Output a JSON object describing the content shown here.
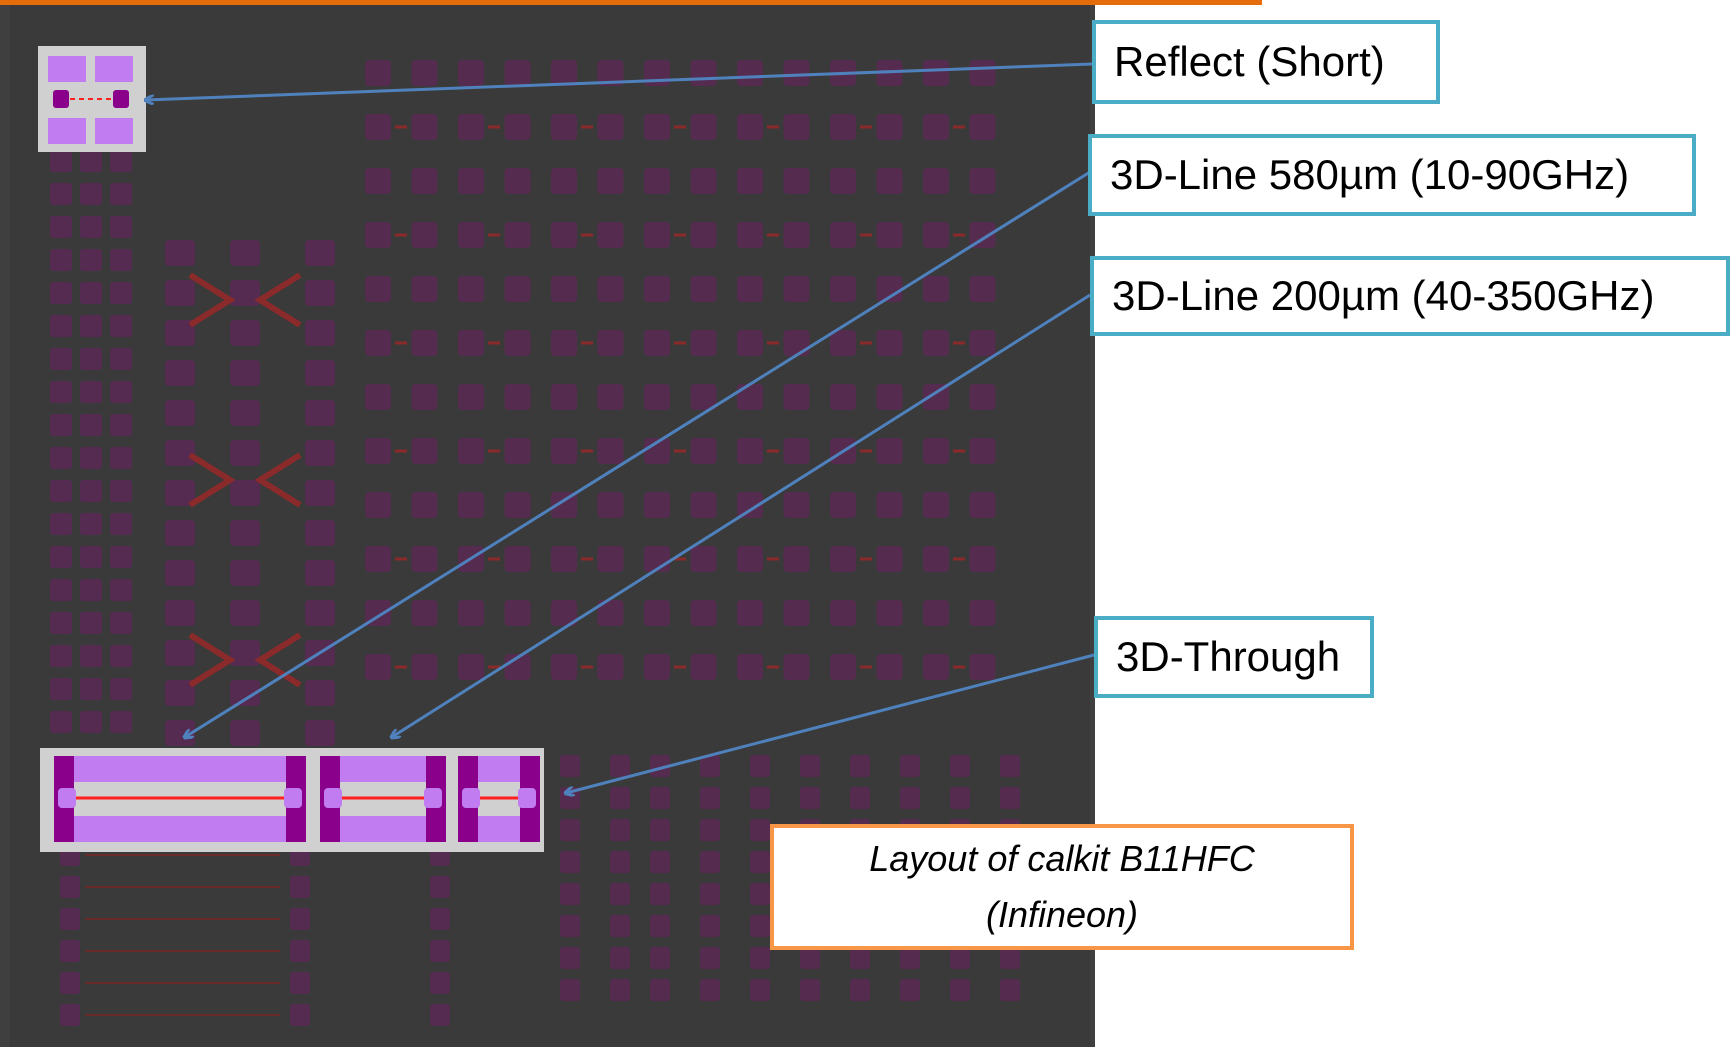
{
  "colors": {
    "accent_bar": "#E46C0A",
    "chip_background": "#3a3a3a",
    "pad_dark": "#5a2a55",
    "pad_highlight": "#C07CF0",
    "pad_highlight_dark": "#8B008B",
    "trace_red": "#FF2020",
    "callout_border": "#4BACC6",
    "caption_border": "#F79646",
    "arrow": "#4F81BD"
  },
  "callouts": {
    "reflect": "Reflect (Short)",
    "line580": "3D-Line 580µm (10-90GHz)",
    "line200": "3D-Line 200µm (40-350GHz)",
    "through": "3D-Through"
  },
  "caption": {
    "line1": "Layout of calkit B11HFC",
    "line2": "(Infineon)"
  }
}
